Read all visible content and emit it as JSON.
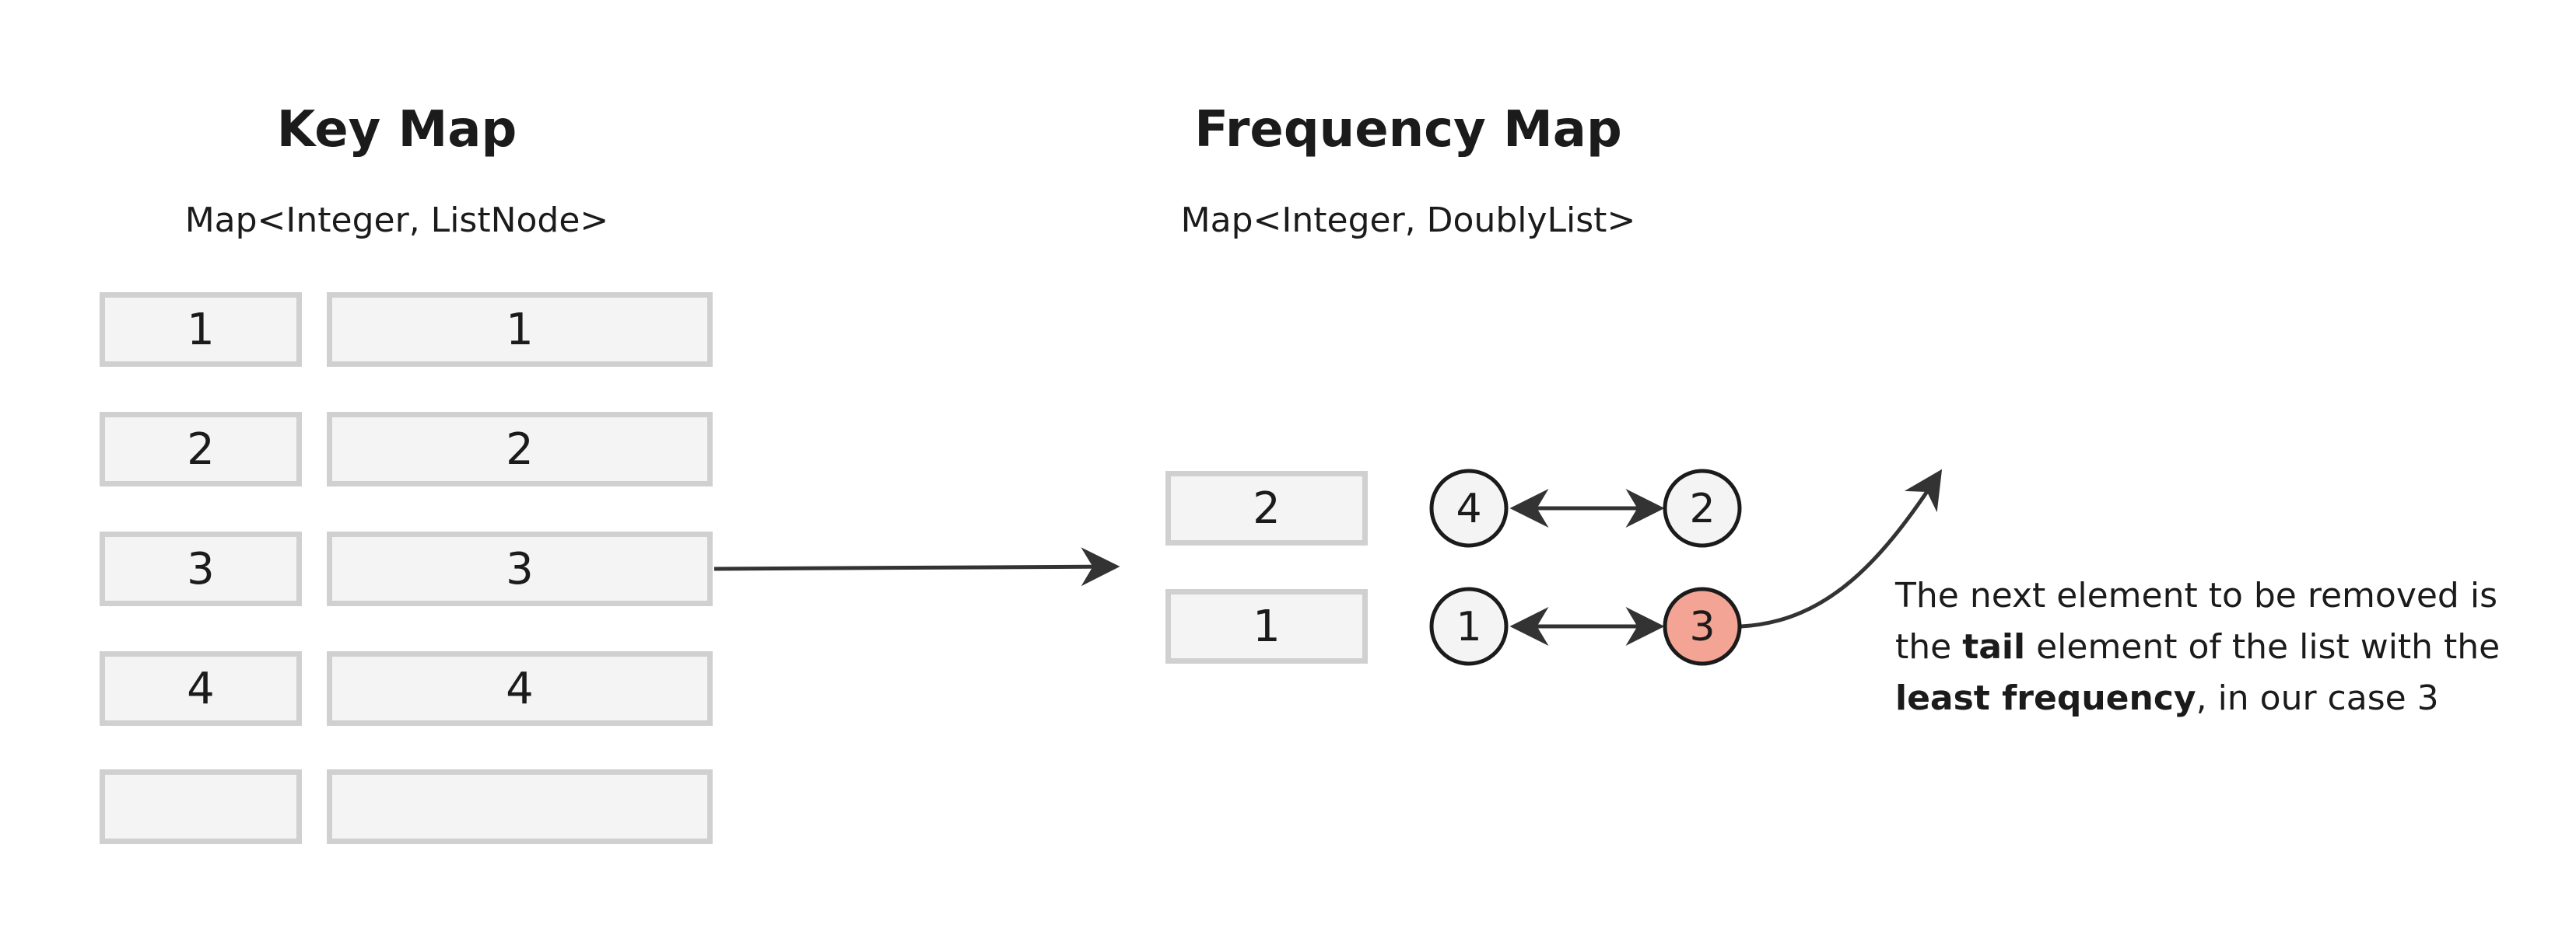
{
  "key_map": {
    "title": "Key Map",
    "type_label": "Map<Integer, ListNode>",
    "rows": [
      {
        "key": "1",
        "value": "1"
      },
      {
        "key": "2",
        "value": "2"
      },
      {
        "key": "3",
        "value": "3"
      },
      {
        "key": "4",
        "value": "4"
      },
      {
        "key": "",
        "value": ""
      }
    ]
  },
  "frequency_map": {
    "title": "Frequency Map",
    "type_label": "Map<Integer, DoublyList>",
    "rows": [
      {
        "key": "2",
        "list": [
          "4",
          "2"
        ]
      },
      {
        "key": "1",
        "list": [
          "1",
          "3"
        ]
      }
    ]
  },
  "note": {
    "line1": "The next element to be removed is",
    "line2_pre": "the ",
    "line2_bold": "tail",
    "line2_post": " element of the list with the",
    "line3_bold": "least frequency",
    "line3_post": ", in our case 3"
  },
  "colors": {
    "highlight_node": "#f4a495",
    "cell_fill": "#f4f4f4",
    "cell_border": "#d0d0d0",
    "line": "#333333"
  }
}
